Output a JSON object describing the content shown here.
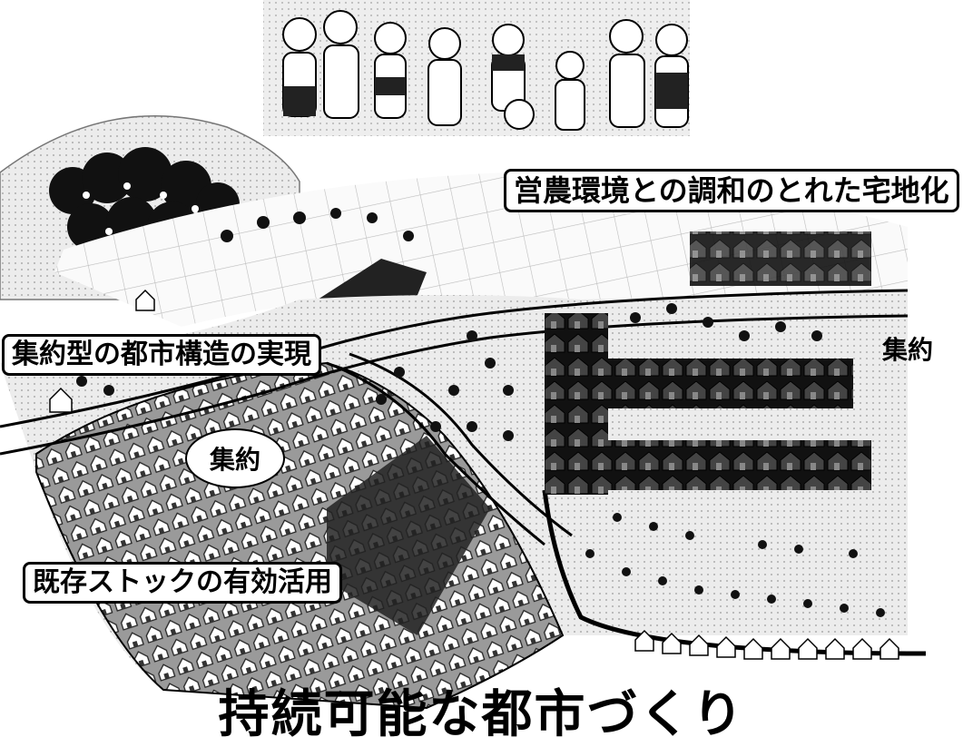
{
  "labels": {
    "top_right": "営農環境との調和のとれた宅地化",
    "left_middle": "集約型の都市構造の実現",
    "bottom_left": "既存ストックの有効活用",
    "center_ellipse": "集約",
    "right_side": "集約"
  },
  "title": "持続可能な都市づくり"
}
